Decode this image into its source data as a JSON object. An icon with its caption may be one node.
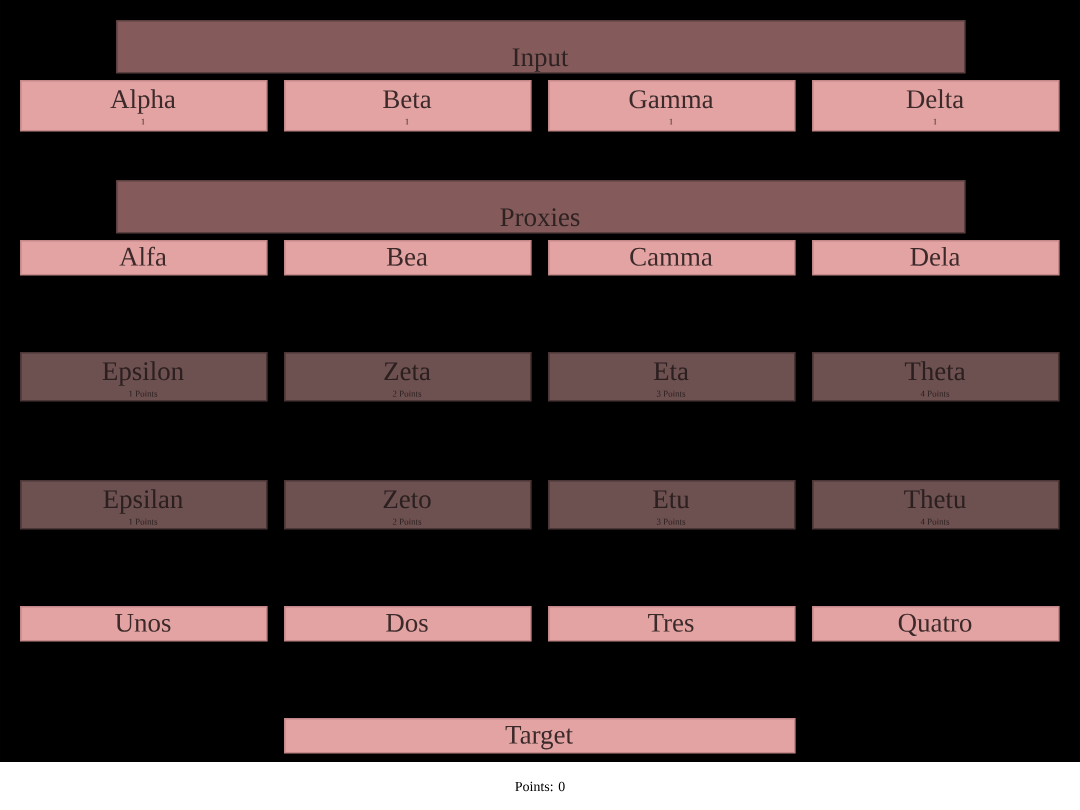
{
  "diagram": {
    "nodes": [
      {
        "text": [
          "Input"
        ]
      },
      {
        "text": [
          "Alpha",
          "1"
        ]
      },
      {
        "text": [
          "Beta",
          "1"
        ]
      },
      {
        "text": [
          "Gamma",
          "1"
        ]
      },
      {
        "text": [
          "Delta",
          "1"
        ]
      },
      {
        "text": [
          "Proxies"
        ]
      },
      {
        "text": [
          "Alfa"
        ]
      },
      {
        "text": [
          "Bea"
        ]
      },
      {
        "text": [
          "Camma"
        ]
      },
      {
        "text": [
          "Dela"
        ]
      },
      {
        "text": [
          "Epsilon",
          "1 Points"
        ]
      },
      {
        "text": [
          "Zeta",
          "2 Points"
        ]
      },
      {
        "text": [
          "Eta",
          "3 Points"
        ]
      },
      {
        "text": [
          "Theta",
          "4 Points"
        ]
      },
      {
        "text": [
          "Epsilan",
          "1 Points"
        ]
      },
      {
        "text": [
          "Zeto",
          "2 Points"
        ]
      },
      {
        "text": [
          "Etu",
          "3 Points"
        ]
      },
      {
        "text": [
          "Thetu",
          "4 Points"
        ]
      },
      {
        "text": [
          "Unos"
        ]
      },
      {
        "text": [
          "Dos"
        ]
      },
      {
        "text": [
          "Tres"
        ]
      },
      {
        "text": [
          "Quatro"
        ]
      },
      {
        "text": [
          "Target"
        ]
      }
    ],
    "labels": [
      "Points: 0"
    ]
  }
}
